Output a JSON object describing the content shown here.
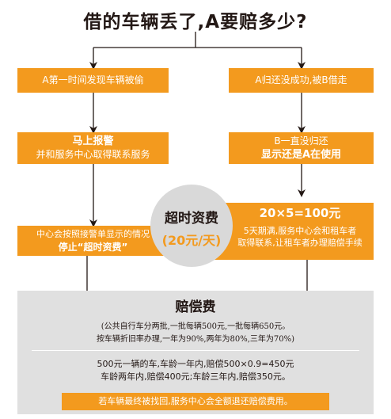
{
  "title": "借的车辆丢了,A要赔多少?",
  "left_branch": {
    "step1": "A第一时间发现车辆被偷",
    "step2_line1": "马上报警",
    "step2_line2": "并和服务中心取得联系服务",
    "step3_line1": "中心会按照接警单显示的情况",
    "step3_line2": "停止“超时资费”"
  },
  "right_branch": {
    "step1": "A归还没成功,被B借走",
    "step2_line1": "B一直没归还",
    "step2_line2": "显示还是A在使用",
    "formula": "20×5=100元",
    "step3_line1": "5天期满,服务中心会和租车者",
    "step3_line2": "取得联系,让租车者办理赔偿手续"
  },
  "overtime_fee": {
    "label": "超时资费",
    "rate": "(20元/天)"
  },
  "compensation": {
    "title": "赔偿费",
    "note_line1": "(公共自行车分两批,一批每辆500元,一批每辆650元。",
    "note_line2": "按车辆折旧率办理,一年为90%,两年为80%,三年为70%)",
    "calc_line1": "500元一辆的车,车龄一年内,赔偿500×0.9=450元",
    "calc_line2": "车龄两年内,赔偿400元;车龄三年内,赔偿350元。",
    "refund_note": "若车辆最终被找回,服务中心会全额退还赔偿费用。"
  },
  "colors": {
    "accent": "#f39a1e",
    "panel": "#e0e0e0",
    "circle": "#d9d9d9",
    "text": "#231815"
  }
}
